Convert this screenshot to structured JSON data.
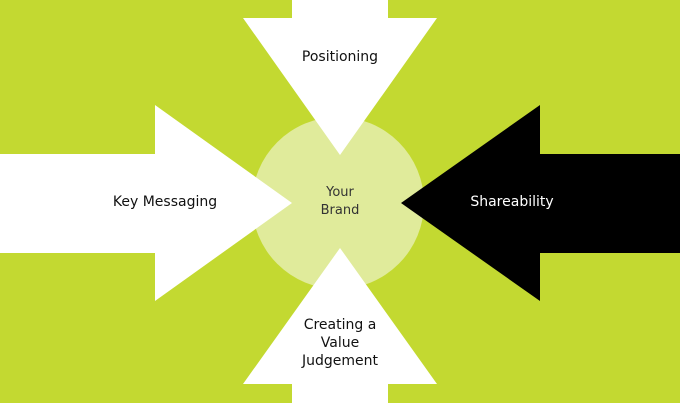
{
  "colors": {
    "background": "#c3d931",
    "center_circle": "#e0eb9b",
    "arrow_white": "#ffffff",
    "arrow_black": "#000000"
  },
  "center": {
    "line1": "Your",
    "line2": "Brand"
  },
  "arrows": {
    "top": {
      "label": "Positioning",
      "direction": "down",
      "color": "white"
    },
    "left": {
      "label": "Key Messaging",
      "direction": "right",
      "color": "white"
    },
    "right": {
      "label": "Shareability",
      "direction": "left",
      "color": "black"
    },
    "bottom": {
      "line1": "Creating a",
      "line2": "Value",
      "line3": "Judgement",
      "direction": "up",
      "color": "white"
    }
  }
}
